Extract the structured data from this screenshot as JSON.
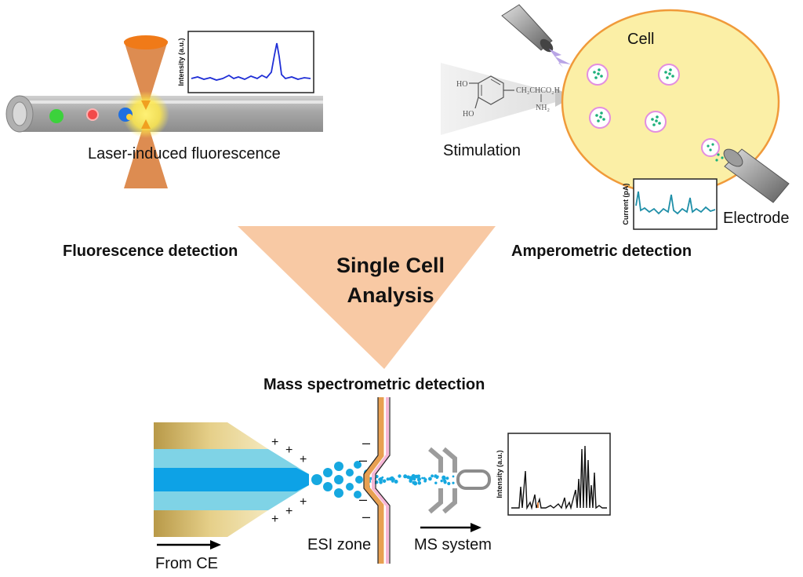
{
  "center": {
    "title_line1": "Single Cell",
    "title_line2": "Analysis",
    "triangle_color": "#f8c9a4"
  },
  "fluorescence": {
    "heading": "Fluorescence detection",
    "caption": "Laser-induced fluorescence",
    "plot_ylabel": "Intensity (a.u.)",
    "trace_color": "#1f2ed6",
    "laser_color": "#d97f3e"
  },
  "amperometric": {
    "heading": "Amperometric detection",
    "cell_label": "Cell",
    "stimulation_label": "Stimulation",
    "electrode_label": "Electrode",
    "plot_ylabel": "Current (pA)",
    "trace_color": "#1f8fa8",
    "cell_fill": "#fbefa6",
    "cell_border": "#f09a3a",
    "molecule": {
      "ho_top": "HO",
      "ho_bottom": "HO",
      "chain": "CH₂CHCO₂H",
      "amine": "NH₂"
    }
  },
  "mass_spec": {
    "heading": "Mass spectrometric detection",
    "from_label": "From CE",
    "esi_label": "ESI zone",
    "ms_label": "MS system",
    "plot_ylabel": "Intensity (a.u.)",
    "plus_sign": "+",
    "minus_sign": "–",
    "droplet_color": "#16a8e0"
  }
}
